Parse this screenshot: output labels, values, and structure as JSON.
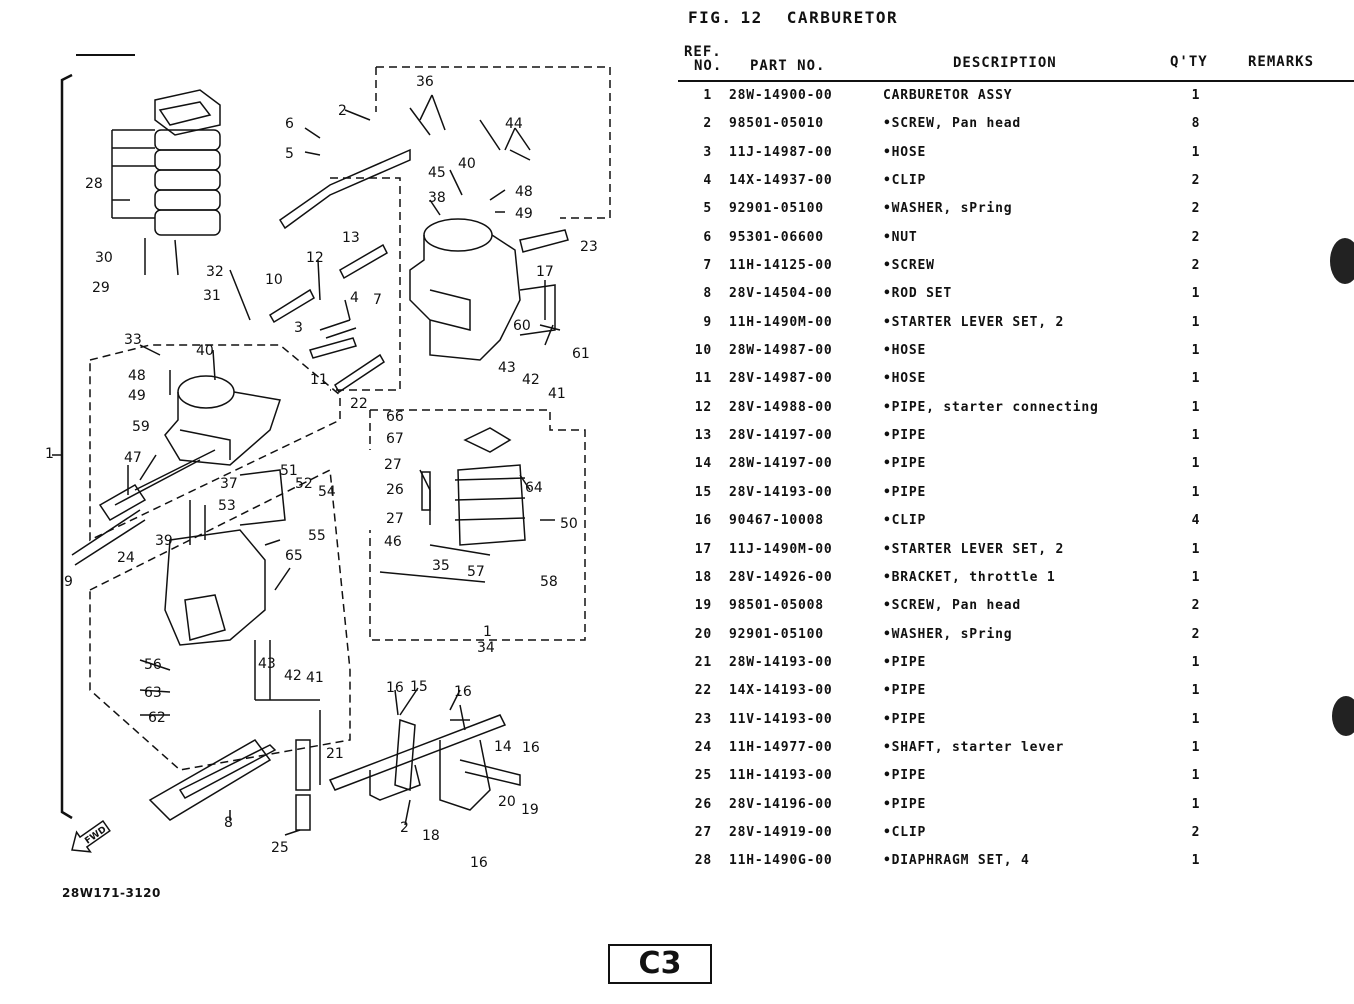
{
  "figure": {
    "prefix": "FIG.",
    "number": "12",
    "name": "CARBURETOR"
  },
  "table": {
    "headers": {
      "ref_line1": "REF.",
      "ref_line2": "NO.",
      "part_no": "PART NO.",
      "description": "DESCRIPTION",
      "qty": "Q'TY",
      "remarks": "REMARKS"
    },
    "rows": [
      {
        "ref": "1",
        "part": "28W-14900-00",
        "desc": "CARBURETOR ASSY",
        "qty": "1"
      },
      {
        "ref": "2",
        "part": "98501-05010",
        "desc": "•SCREW, Pan head",
        "qty": "8"
      },
      {
        "ref": "3",
        "part": "11J-14987-00",
        "desc": "•HOSE",
        "qty": "1"
      },
      {
        "ref": "4",
        "part": "14X-14937-00",
        "desc": "•CLIP",
        "qty": "2"
      },
      {
        "ref": "5",
        "part": "92901-05100",
        "desc": "•WASHER, sPring",
        "qty": "2"
      },
      {
        "ref": "6",
        "part": "95301-06600",
        "desc": "•NUT",
        "qty": "2"
      },
      {
        "ref": "7",
        "part": "11H-14125-00",
        "desc": "•SCREW",
        "qty": "2"
      },
      {
        "ref": "8",
        "part": "28V-14504-00",
        "desc": "•ROD SET",
        "qty": "1"
      },
      {
        "ref": "9",
        "part": "11H-1490M-00",
        "desc": "•STARTER LEVER SET, 2",
        "qty": "1"
      },
      {
        "ref": "10",
        "part": "28W-14987-00",
        "desc": "•HOSE",
        "qty": "1"
      },
      {
        "ref": "11",
        "part": "28V-14987-00",
        "desc": "•HOSE",
        "qty": "1"
      },
      {
        "ref": "12",
        "part": "28V-14988-00",
        "desc": "•PIPE, starter connecting",
        "qty": "1"
      },
      {
        "ref": "13",
        "part": "28V-14197-00",
        "desc": "•PIPE",
        "qty": "1"
      },
      {
        "ref": "14",
        "part": "28W-14197-00",
        "desc": "•PIPE",
        "qty": "1"
      },
      {
        "ref": "15",
        "part": "28V-14193-00",
        "desc": "•PIPE",
        "qty": "1"
      },
      {
        "ref": "16",
        "part": "90467-10008",
        "desc": "•CLIP",
        "qty": "4"
      },
      {
        "ref": "17",
        "part": "11J-1490M-00",
        "desc": "•STARTER LEVER SET, 2",
        "qty": "1"
      },
      {
        "ref": "18",
        "part": "28V-14926-00",
        "desc": "•BRACKET, throttle 1",
        "qty": "1"
      },
      {
        "ref": "19",
        "part": "98501-05008",
        "desc": "•SCREW, Pan head",
        "qty": "2"
      },
      {
        "ref": "20",
        "part": "92901-05100",
        "desc": "•WASHER, sPring",
        "qty": "2"
      },
      {
        "ref": "21",
        "part": "28W-14193-00",
        "desc": "•PIPE",
        "qty": "1"
      },
      {
        "ref": "22",
        "part": "14X-14193-00",
        "desc": "•PIPE",
        "qty": "1"
      },
      {
        "ref": "23",
        "part": "11V-14193-00",
        "desc": "•PIPE",
        "qty": "1"
      },
      {
        "ref": "24",
        "part": "11H-14977-00",
        "desc": "•SHAFT, starter lever",
        "qty": "1"
      },
      {
        "ref": "25",
        "part": "11H-14193-00",
        "desc": "•PIPE",
        "qty": "1"
      },
      {
        "ref": "26",
        "part": "28V-14196-00",
        "desc": "•PIPE",
        "qty": "1"
      },
      {
        "ref": "27",
        "part": "28V-14919-00",
        "desc": "•CLIP",
        "qty": "2"
      },
      {
        "ref": "28",
        "part": "11H-1490G-00",
        "desc": "•DIAPHRAGM SET, 4",
        "qty": "1"
      }
    ]
  },
  "diagram": {
    "code": "28W171-3120",
    "fwd_label": "FWD",
    "callouts": [
      "36",
      "44",
      "6",
      "5",
      "2",
      "45",
      "40",
      "48",
      "49",
      "38",
      "23",
      "28",
      "17",
      "13",
      "12",
      "30",
      "32",
      "29",
      "31",
      "10",
      "4",
      "7",
      "60",
      "61",
      "3",
      "43",
      "42",
      "41",
      "33",
      "40",
      "48",
      "49",
      "1",
      "11",
      "22",
      "59",
      "66",
      "67",
      "47",
      "51",
      "27",
      "52",
      "26",
      "54",
      "64",
      "53",
      "37",
      "50",
      "27",
      "39",
      "55",
      "46",
      "35",
      "57",
      "58",
      "65",
      "24",
      "9",
      "56",
      "43",
      "42",
      "41",
      "63",
      "62",
      "16",
      "15",
      "16",
      "14",
      "16",
      "21",
      "20",
      "19",
      "8",
      "2",
      "18",
      "16",
      "25",
      "34",
      "1"
    ]
  },
  "page_label": "C3"
}
